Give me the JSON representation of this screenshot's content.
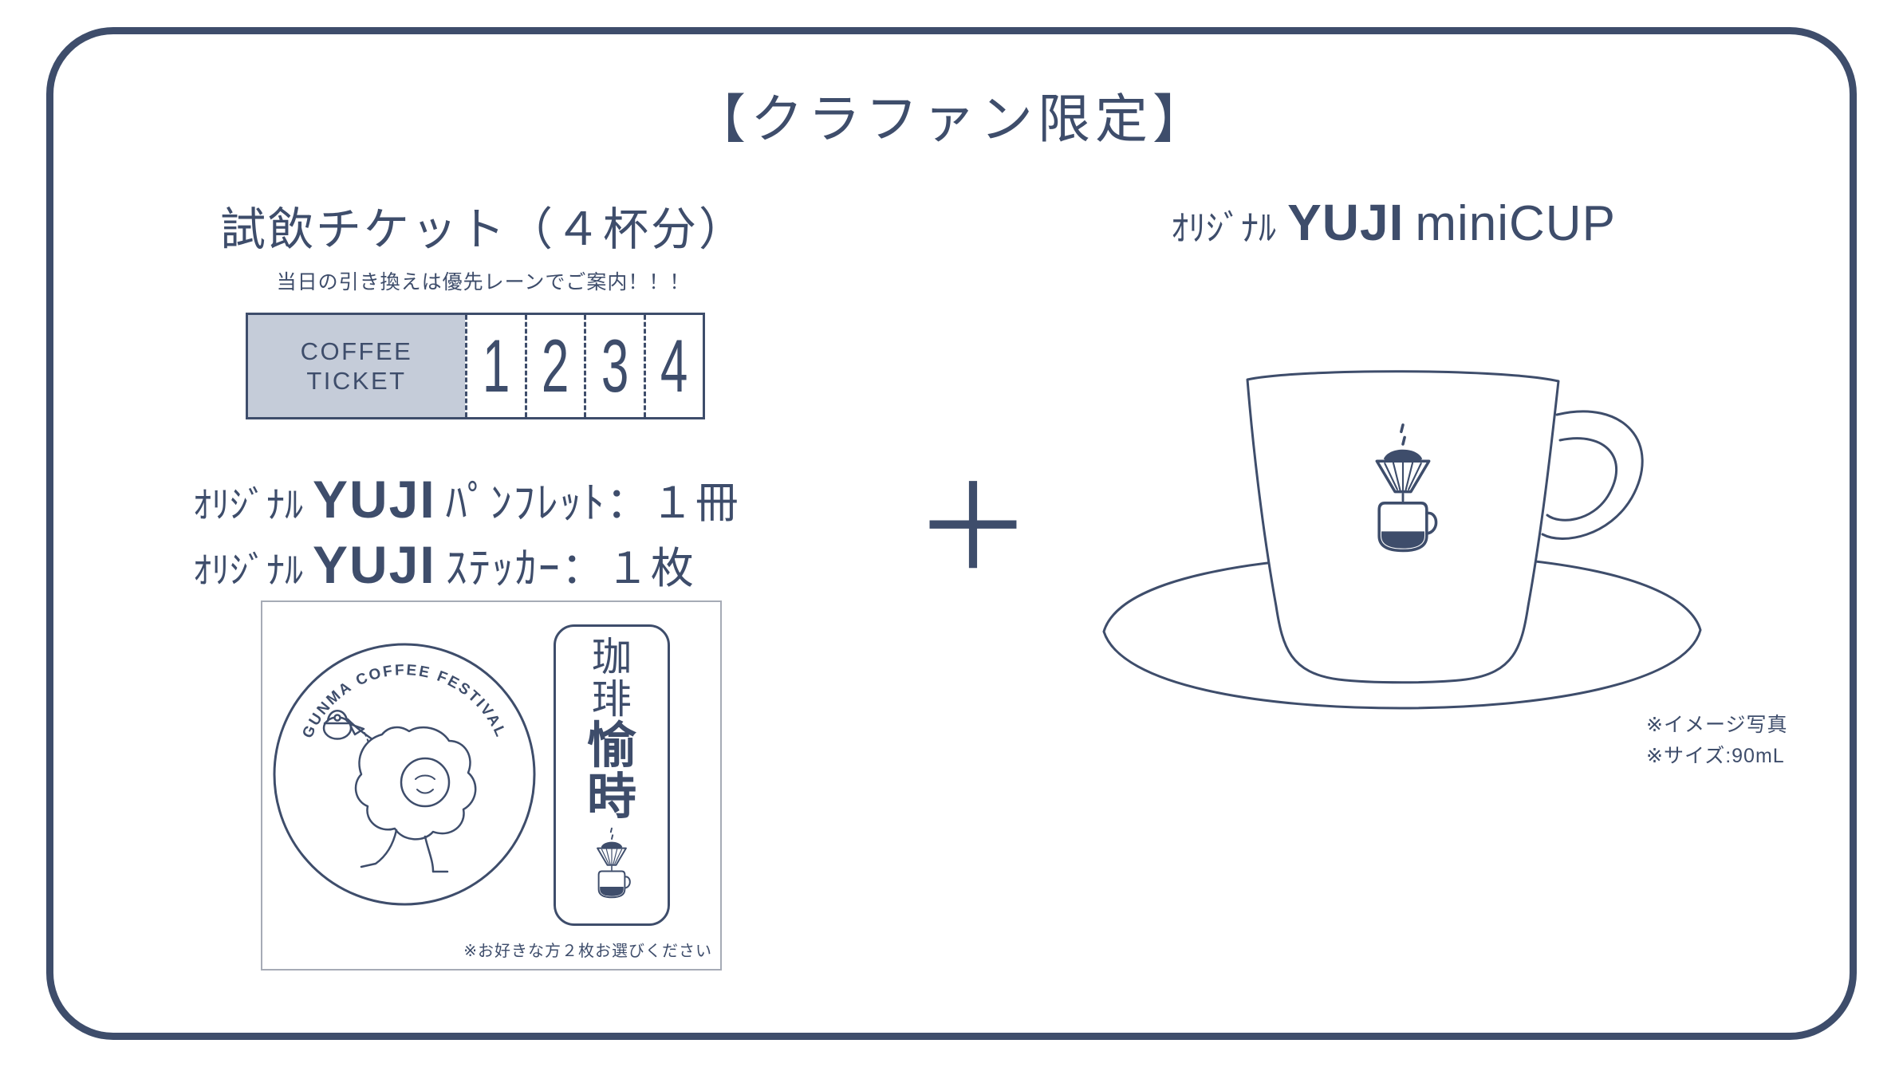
{
  "colors": {
    "navy": "#3e4d6b",
    "ticket_fill": "#c5ccd9",
    "background": "#ffffff"
  },
  "title": "【クラファン限定】",
  "left": {
    "heading": "試飲チケット（４杯分）",
    "subnote": "当日の引き換えは優先レーンでご案内！！！",
    "ticket": {
      "label_line1": "COFFEE",
      "label_line2": "TICKET",
      "stubs": [
        "1",
        "2",
        "3",
        "4"
      ]
    },
    "goods": {
      "line1": {
        "prefix": "ｵﾘｼﾞﾅﾙ",
        "brand": "YUJI",
        "rest": "ﾊﾟﾝﾌﾚｯﾄ：１冊"
      },
      "line2": {
        "prefix": "ｵﾘｼﾞﾅﾙ",
        "brand": "YUJI",
        "rest": "ｽﾃｯｶｰ：１枚"
      }
    },
    "sticker_box": {
      "round_sticker_text": "GUNMA COFFEE FESTIVAL",
      "vertical_chars": [
        "珈",
        "琲",
        "愉",
        "時"
      ],
      "note": "※お好きな方２枚お選びください"
    }
  },
  "plus_sign": "＋",
  "right": {
    "heading": {
      "prefix": "ｵﾘｼﾞﾅﾙ",
      "brand": "YUJI",
      "rest": "miniCUP"
    },
    "notes": [
      "※イメージ写真",
      "※サイズ:90mL"
    ]
  }
}
